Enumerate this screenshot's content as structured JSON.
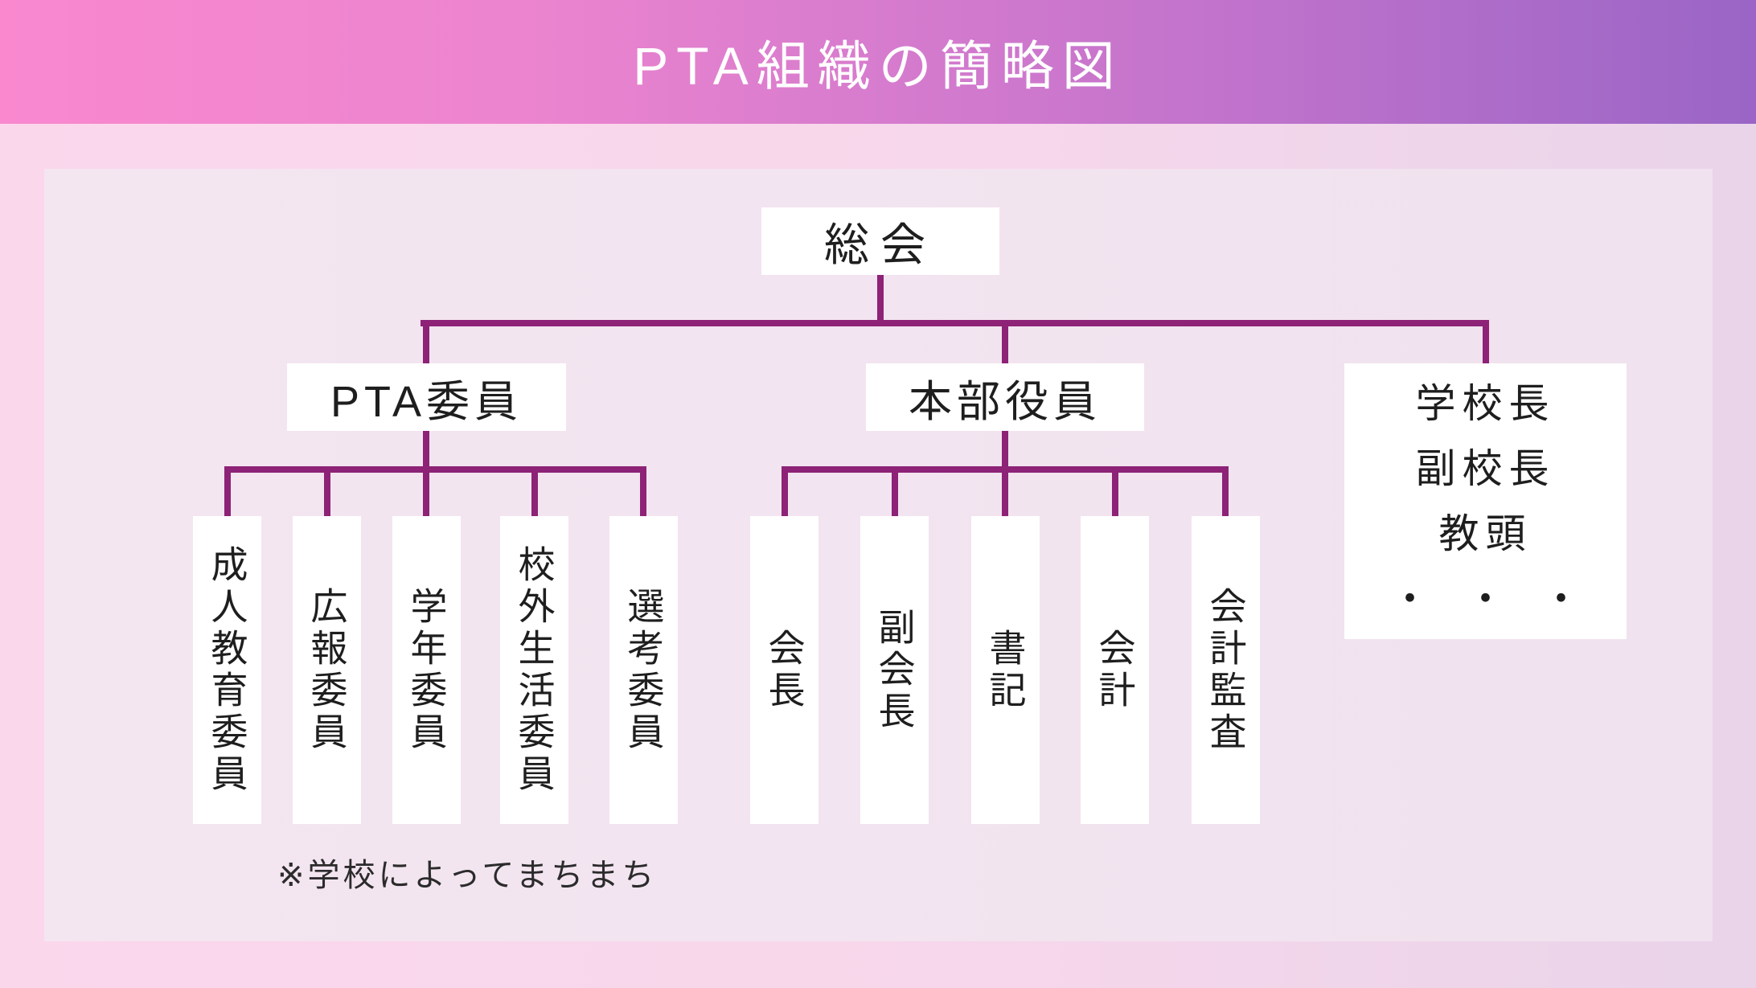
{
  "header": {
    "title": "PTA組織の簡略図"
  },
  "chart": {
    "root": "総会",
    "branches": [
      {
        "label": "PTA委員",
        "children": [
          "成人教育委員",
          "広報委員",
          "学年委員",
          "校外生活委員",
          "選考委員"
        ]
      },
      {
        "label": "本部役員",
        "children": [
          "会長",
          "副会長",
          "書記",
          "会計",
          "会計監査"
        ]
      },
      {
        "label_lines": [
          "学校長",
          "副校長",
          "教頭",
          "・・・"
        ],
        "children": []
      }
    ],
    "note": "※学校によってまちまち"
  },
  "colors": {
    "header_gradient_left": "#f988cf",
    "header_gradient_right": "#9a65c6",
    "background_left": "#fbd7ec",
    "background_right": "#e9d4ea",
    "panel": "#f2e4ef",
    "connector": "#8d2277",
    "node_background": "#ffffff",
    "text": "#1e1e1e"
  }
}
